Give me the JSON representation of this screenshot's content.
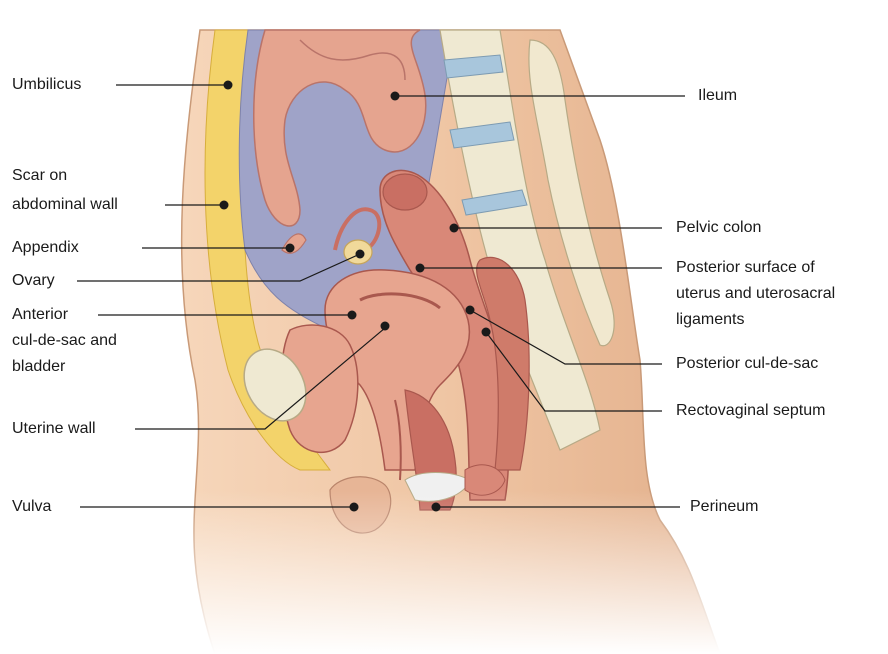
{
  "diagram": {
    "labels": {
      "umbilicus": "Umbilicus",
      "scar_line1": "Scar on",
      "scar_line2": "abdominal wall",
      "appendix": "Appendix",
      "ovary": "Ovary",
      "anterior_line1": "Anterior",
      "anterior_line2": "cul-de-sac and",
      "anterior_line3": "bladder",
      "uterine_wall": "Uterine wall",
      "vulva": "Vulva",
      "ileum": "Ileum",
      "pelvic_colon": "Pelvic colon",
      "posterior_surface_line1": "Posterior surface of",
      "posterior_surface_line2": "uterus and uterosacral",
      "posterior_surface_line3": "ligaments",
      "posterior_cul_de_sac": "Posterior cul-de-sac",
      "rectovaginal_septum": "Rectovaginal septum",
      "perineum": "Perineum"
    },
    "colors": {
      "skin": "#efc5a3",
      "skin_shadow": "#e2ad86",
      "fat": "#f3d36a",
      "cavity": "#9fa3c8",
      "organ": "#e5a48f",
      "organ_dark": "#c96f63",
      "bone": "#efe9d2",
      "disc": "#a8c6dc",
      "leader": "#1a1a1a"
    }
  }
}
